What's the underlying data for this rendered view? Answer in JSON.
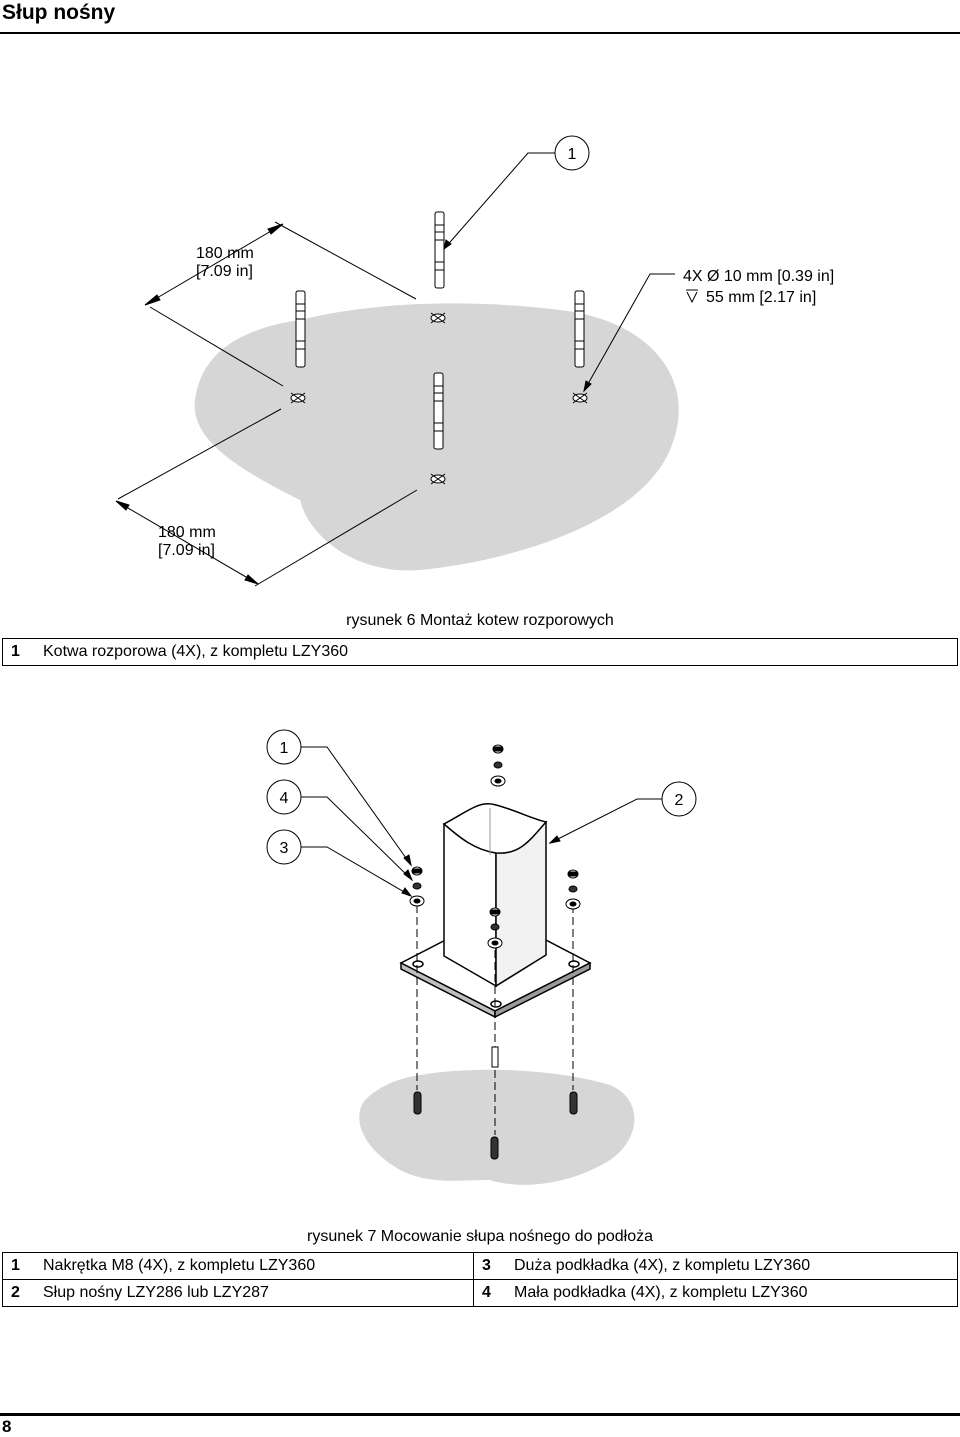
{
  "header": {
    "title": "Słup nośny"
  },
  "figure6": {
    "callout": "1",
    "dim_top": {
      "line1": "180 mm",
      "line2": "[7.09 in]"
    },
    "dim_bottom": {
      "line1": "180 mm",
      "line2": "[7.09 in]"
    },
    "hole_spec": {
      "line1": "4X Ø 10 mm [0.39 in]",
      "line2": "55 mm [2.17 in]"
    },
    "caption": "rysunek 6  Montaż kotew rozporowych",
    "legend": [
      {
        "num": "1",
        "text": "Kotwa rozporowa (4X), z kompletu LZY360"
      }
    ]
  },
  "figure7": {
    "callouts": {
      "c1": "1",
      "c4": "4",
      "c3": "3",
      "c2": "2"
    },
    "caption": "rysunek 7  Mocowanie słupa nośnego do podłoża",
    "legend": [
      {
        "num": "1",
        "text": "Nakrętka M8 (4X), z kompletu LZY360"
      },
      {
        "num": "3",
        "text": "Duża podkładka (4X), z kompletu LZY360"
      },
      {
        "num": "2",
        "text": "Słup nośny LZY286 lub LZY287"
      },
      {
        "num": "4",
        "text": "Mała podkładka (4X), z kompletu LZY360"
      }
    ]
  },
  "footer": {
    "page_number": "8"
  }
}
